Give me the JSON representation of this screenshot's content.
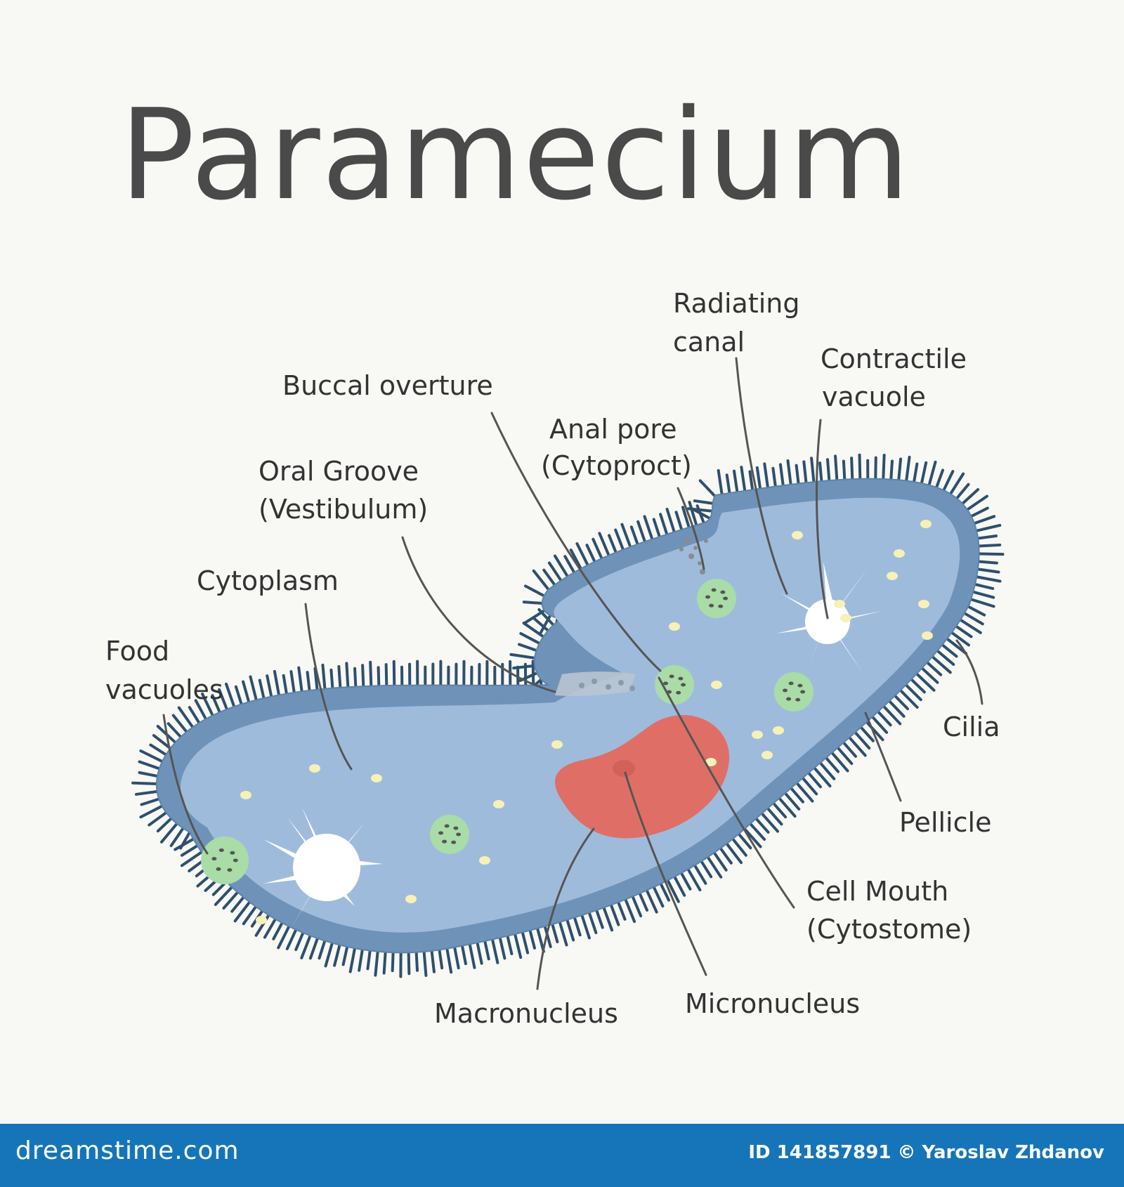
{
  "title": "Paramecium",
  "labels": {
    "radiating_canal_1": "Radiating",
    "radiating_canal_2": "canal",
    "contractile_vacuole_1": "Contractile",
    "contractile_vacuole_2": "vacuole",
    "buccal_overture": "Buccal overture",
    "anal_pore_1": "Anal pore",
    "anal_pore_2": "(Cytoproct)",
    "oral_groove_1": "Oral Groove",
    "oral_groove_2": "(Vestibulum)",
    "cytoplasm": "Cytoplasm",
    "food_vacuoles_1": "Food",
    "food_vacuoles_2": "vacuoles",
    "cilia": "Cilia",
    "pellicle": "Pellicle",
    "cell_mouth_1": "Cell Mouth",
    "cell_mouth_2": "(Cytostome)",
    "macronucleus": "Macronucleus",
    "micronucleus": "Micronucleus"
  },
  "footer": {
    "site": "dreamstime.com",
    "credit": "ID 141857891 © Yaroslav Zhdanov"
  },
  "colors": {
    "body_fill": "#9fbbdc",
    "pellicle": "#6f93b8",
    "cilia": "#2f4f6d",
    "macronucleus": "#df6f66",
    "food_vacuole": "#a9dca7",
    "footer_bg": "#1575b8"
  }
}
